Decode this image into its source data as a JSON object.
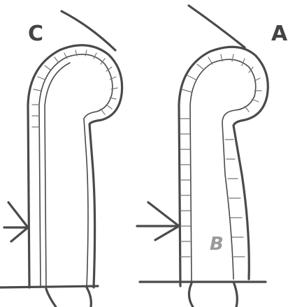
{
  "labels": {
    "left_figure": "C",
    "right_figure": "A",
    "inner_region": "B"
  },
  "colors": {
    "ink": "#4a4a4a",
    "label_b": "#9a9a9a",
    "background": "#ffffff"
  }
}
